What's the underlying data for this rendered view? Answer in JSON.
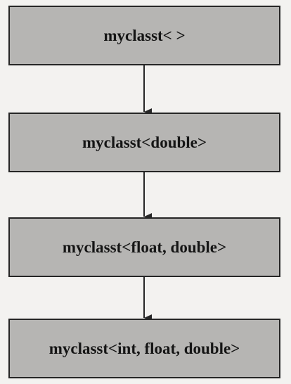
{
  "diagram": {
    "nodes": [
      {
        "label": "myclasst< >"
      },
      {
        "label": "myclasst<double>"
      },
      {
        "label": "myclasst<float, double>"
      },
      {
        "label": "myclasst<int, float, double>"
      }
    ],
    "edges": [
      {
        "from": 0,
        "to": 1
      },
      {
        "from": 1,
        "to": 2
      },
      {
        "from": 2,
        "to": 3
      }
    ],
    "colors": {
      "box_fill": "#b6b5b3",
      "box_border": "#262626",
      "arrow": "#262626",
      "background": "#f3f2f0"
    }
  }
}
